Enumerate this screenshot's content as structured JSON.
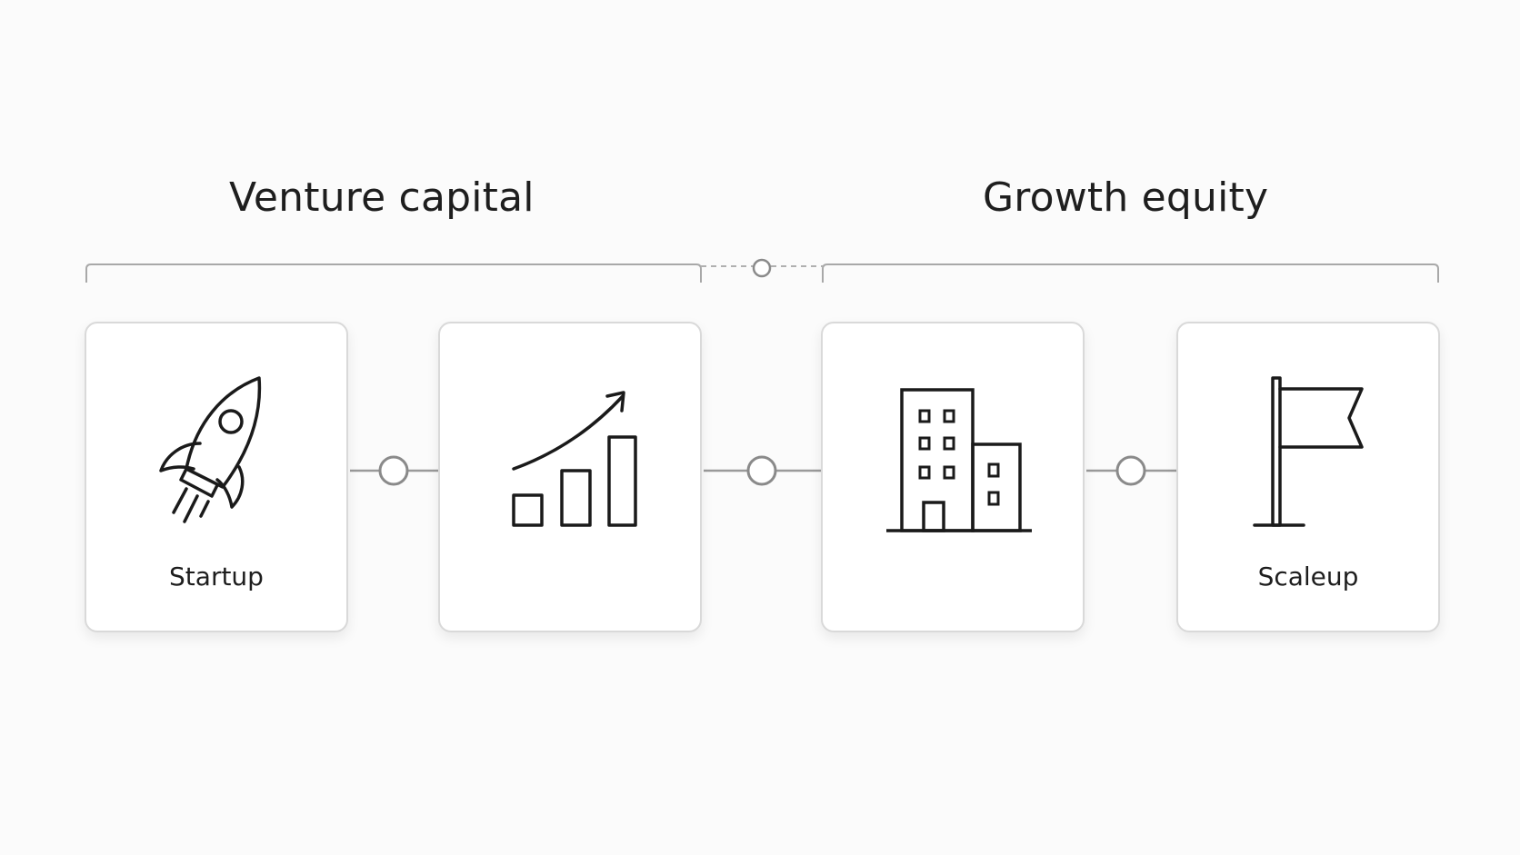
{
  "phases": [
    {
      "title": "Venture capital"
    },
    {
      "title": "Growth equity"
    }
  ],
  "stages": [
    {
      "icon": "rocket-icon",
      "label": "Startup"
    },
    {
      "icon": "growth-chart-icon",
      "label": ""
    },
    {
      "icon": "office-building-icon",
      "label": ""
    },
    {
      "icon": "flag-icon",
      "label": "Scaleup"
    }
  ],
  "colors": {
    "line": "#9a9a9a",
    "card_border": "#d9d9d9",
    "icon_stroke": "#1a1a1a"
  }
}
